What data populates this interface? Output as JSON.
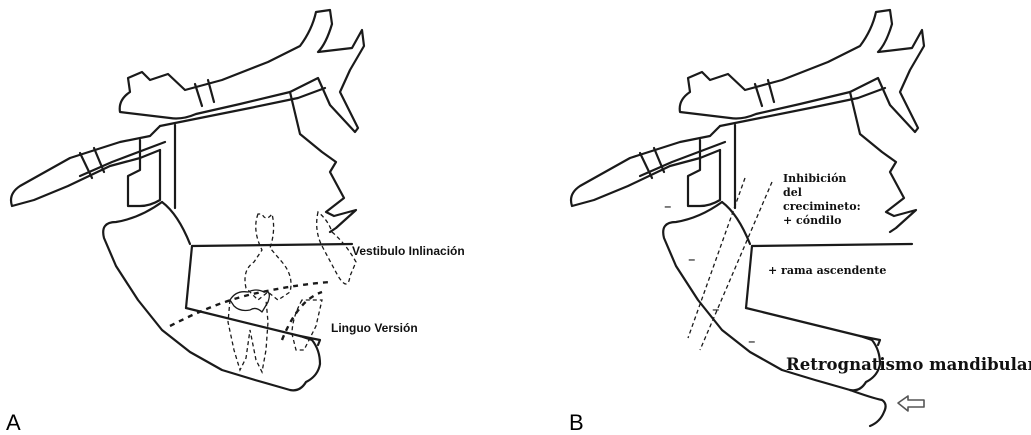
{
  "panel_a": {
    "letter": "A",
    "label_vestibulo": "Vestibulo Inlinación",
    "label_linguo": "Linguo Versión"
  },
  "panel_b": {
    "letter": "B",
    "label_inhibicion": [
      "Inhibición",
      "del",
      "crecimineto:",
      "+ cóndilo"
    ],
    "label_rama": "+ rama ascendente",
    "label_retrognatismo": "Retrognatismo mandibular",
    "minus_sign": "–"
  }
}
